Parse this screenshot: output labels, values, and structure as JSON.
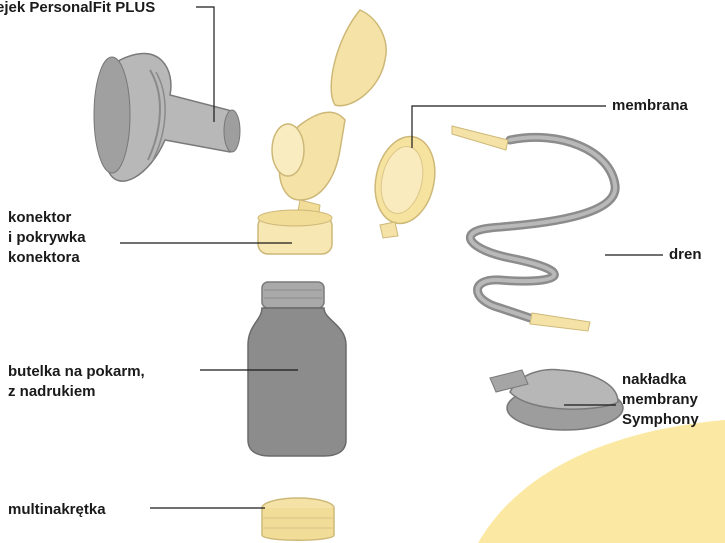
{
  "labels": {
    "funnel": "ejek PersonalFit PLUS",
    "membrana": "membrana",
    "konektor": [
      "konektor",
      "i pokrywka",
      "konektora"
    ],
    "dren": "dren",
    "butelka": [
      "butelka na pokarm,",
      "z nadrukiem"
    ],
    "nakladka": [
      "nakładka",
      "membrany",
      "Symphony"
    ],
    "multinakretka": "multinakrętka"
  },
  "colors": {
    "grey_part": "#8c8c8c",
    "yellow_part": "#f4e2a6",
    "accent_bg": "#fbe9a3",
    "line": "#1a1a1a"
  }
}
